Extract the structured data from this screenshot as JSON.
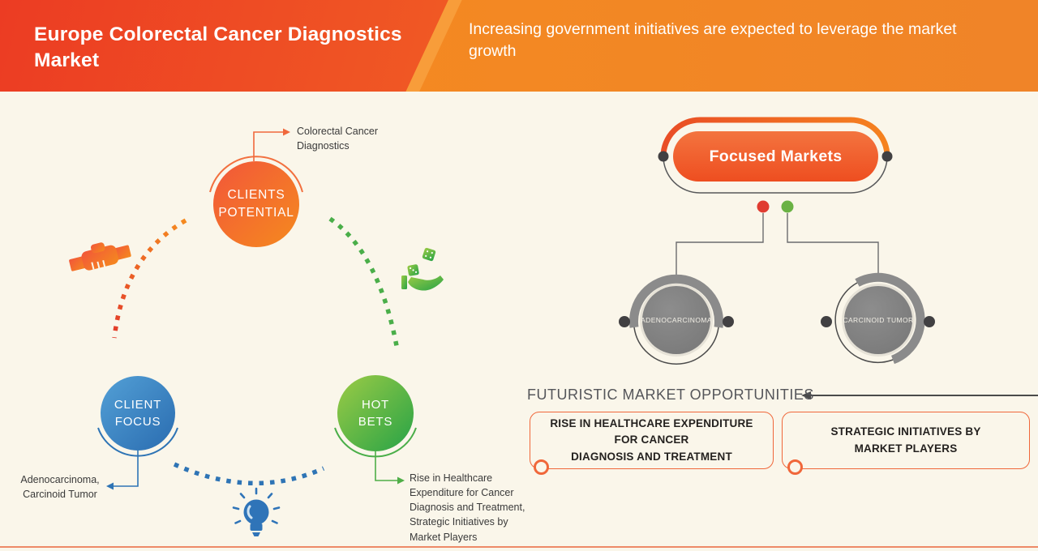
{
  "header": {
    "title": "Europe Colorectal Cancer Diagnostics Market",
    "subtitle": "Increasing government initiatives are expected to leverage the market growth"
  },
  "cycle": {
    "clients_potential": {
      "label": "CLIENTS\nPOTENTIAL",
      "callout": "Colorectal Cancer\nDiagnostics"
    },
    "client_focus": {
      "label": "CLIENT\nFOCUS",
      "callout": "Adenocarcinoma,\nCarcinoid Tumor"
    },
    "hot_bets": {
      "label": "HOT\nBETS",
      "callout": "Rise in Healthcare\nExpenditure for Cancer\nDiagnosis and Treatment,\nStrategic Initiatives by\nMarket Players"
    },
    "icons": [
      "handshake-icon",
      "dice-hand-icon",
      "lightbulb-icon"
    ]
  },
  "focused_markets": {
    "title": "Focused Markets",
    "segments": [
      "ADENOCARCINOMA",
      "CARCINOID TUMOR"
    ]
  },
  "opportunities": {
    "heading": "FUTURISTIC MARKET OPPORTUNITIES",
    "items": [
      "RISE IN HEALTHCARE EXPENDITURE\nFOR CANCER\nDIAGNOSIS AND TREATMENT",
      "STRATEGIC INITIATIVES BY\nMARKET PLAYERS"
    ]
  },
  "colors": {
    "header_red": "#ec3c23",
    "header_orange": "#f58220",
    "accent_blue": "#2e74b5",
    "accent_green": "#4aae49",
    "gray_node": "#808184",
    "box_border": "#f0673a",
    "background": "#faf6ea"
  }
}
